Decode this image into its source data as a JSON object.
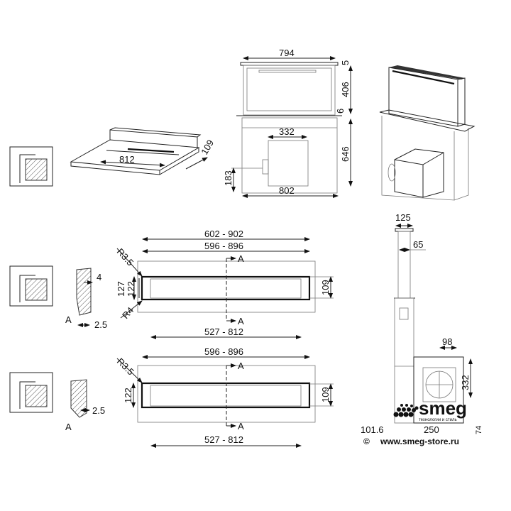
{
  "top_views": {
    "countertop": {
      "width_label": "812",
      "depth_label": "109"
    },
    "front_elevation": {
      "top_width": "794",
      "cap": "5",
      "upper_height": "406",
      "gap": "6",
      "lower_height": "646",
      "motor_width": "332",
      "side_offset": "183",
      "bottom_width": "802"
    }
  },
  "cutout_1": {
    "outer": "602 - 902",
    "inner": "596 - 896",
    "bottom": "527 - 812",
    "radius_top": "R3.5",
    "radius_bottom": "R4",
    "h_outer": "127",
    "h_inner": "122",
    "depth": "109",
    "section_top": "A",
    "section_bottom": "A",
    "profile_thickness": "4",
    "profile_offset": "2.5",
    "profile_label": "A"
  },
  "cutout_2": {
    "inner": "596 - 896",
    "bottom": "527 - 812",
    "radius_top": "R3.5",
    "h_inner": "122",
    "depth": "109",
    "section_top": "A",
    "section_bottom": "A",
    "profile_offset": "2.5",
    "profile_label": "A"
  },
  "side_view": {
    "duct_width": "125",
    "duct_inner": "65",
    "motor_offset": "98",
    "motor_height": "332",
    "base": "101.6",
    "motor_width": "250",
    "extra": "74"
  },
  "branding": {
    "logo": "smeg",
    "tagline": "технологии и стиль",
    "copyright_symbol": "©",
    "url": "www.smeg-store.ru"
  }
}
